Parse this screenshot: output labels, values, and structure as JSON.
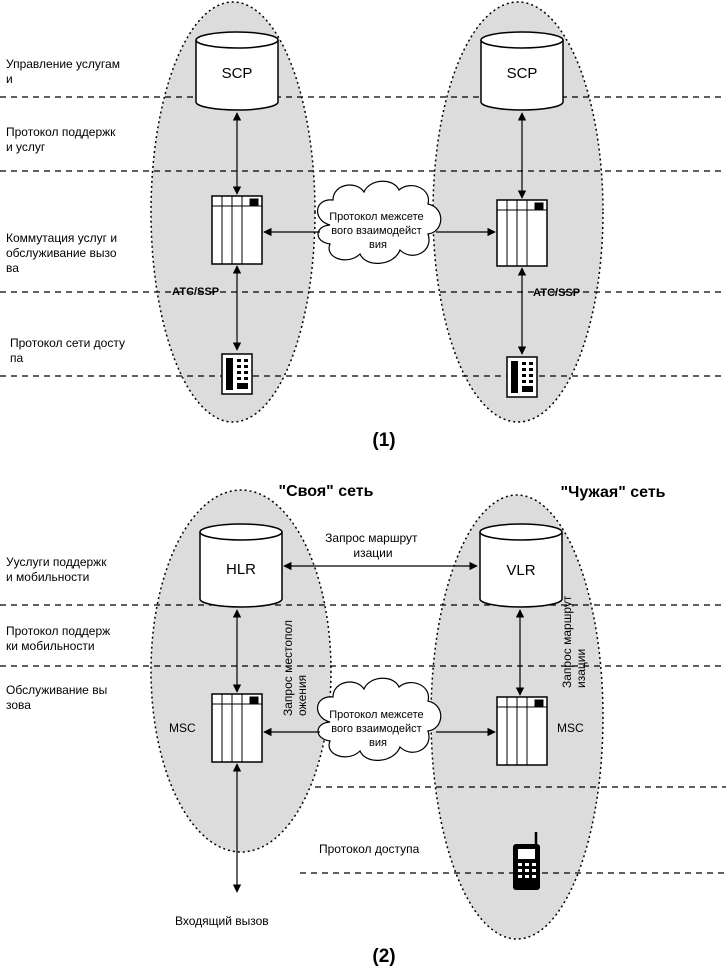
{
  "colors": {
    "ellipse_fill": "#dcdcdc",
    "line": "#000000",
    "cloud_fill": "#ffffff"
  },
  "icons": {
    "database": "database-icon",
    "switch": "switch-rack-icon",
    "phone": "desk-phone-icon",
    "mobile": "mobile-phone-icon",
    "cloud": "cloud-icon"
  },
  "diagram1": {
    "caption": "(1)",
    "layers": [
      [
        "Управление услугам",
        "и"
      ],
      [
        "Протокол поддержк",
        "и услуг"
      ],
      [
        "Коммутация услуг и",
        "обслуживание вызо",
        "ва"
      ],
      [
        "Протокол сети досту",
        "па"
      ]
    ],
    "left_db": "SCP",
    "right_db": "SCP",
    "left_switch": "АТС/SSP",
    "right_switch": "АТС/SSP",
    "cloud": [
      "Протокол межсете",
      "вого взаимодейст",
      "вия"
    ]
  },
  "diagram2": {
    "caption": "(2)",
    "home_network": "\"Своя\" сеть",
    "visited_network": "\"Чужая\" сеть",
    "layers": [
      [
        "Ууслуги поддержк",
        "и мобильности"
      ],
      [
        "Протокол поддерж",
        "ки мобильности"
      ],
      [
        "Обслуживание вы",
        "зова"
      ]
    ],
    "left_db": "HLR",
    "right_db": "VLR",
    "left_switch": "MSC",
    "right_switch": "MSC",
    "routing_request": [
      "Запрос маршрут",
      "изации"
    ],
    "location_request": [
      "Запрос местопол",
      "ожения"
    ],
    "routing_request_vertical": [
      "Запрос маршрут",
      "изации"
    ],
    "cloud": [
      "Протокол межсете",
      "вого взаимодейст",
      "вия"
    ],
    "access_protocol": "Протокол доступа",
    "incoming_call": "Входящий вызов"
  }
}
